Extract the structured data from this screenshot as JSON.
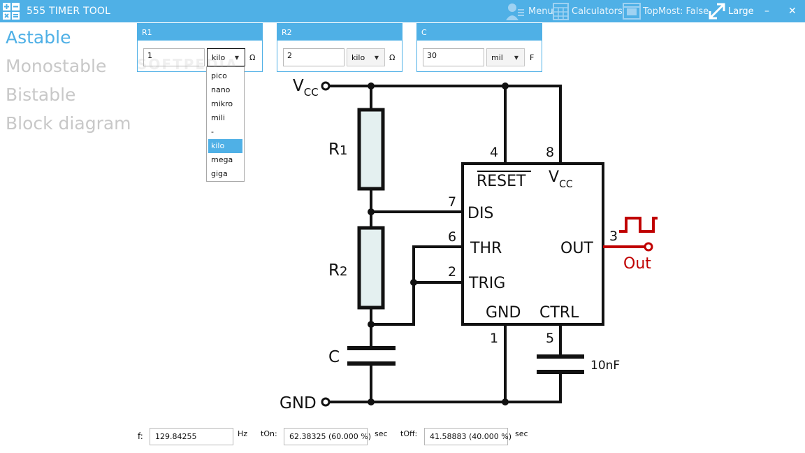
{
  "window": {
    "title": "555 TIMER TOOL",
    "buttons": {
      "menu": "Menu",
      "calculators": "Calculators",
      "topmost": "TopMost: False",
      "size": "Large",
      "minimize": "–",
      "close": "✕"
    }
  },
  "nav": {
    "items": [
      "Astable",
      "Monostable",
      "Bistable",
      "Block diagram"
    ],
    "active": "Astable"
  },
  "params": {
    "r1": {
      "title": "R1",
      "value": "1",
      "unit_prefix": "kilo",
      "unit": "Ω"
    },
    "r2": {
      "title": "R2",
      "value": "2",
      "unit_prefix": "kilo",
      "unit": "Ω"
    },
    "c": {
      "title": "C",
      "value": "30",
      "unit_prefix": "mil",
      "unit": "F"
    }
  },
  "dropdown": {
    "options": [
      "pico",
      "nano",
      "mikro",
      "mili",
      "-",
      "kilo",
      "mega",
      "giga"
    ],
    "selected": "kilo"
  },
  "watermark": "SOFTPEDIA",
  "schematic": {
    "vcc_main": "V",
    "vcc_sub": "CC",
    "gnd": "GND",
    "r1_main": "R",
    "r1_sub": "1",
    "r2_main": "R",
    "r2_sub": "2",
    "c_label": "C",
    "ctrl_cap": "10nF",
    "out_label": "Out",
    "pins": {
      "p4": "4",
      "p8": "8",
      "p7": "7",
      "p6": "6",
      "p2": "2",
      "p3": "3",
      "p1": "1",
      "p5": "5"
    },
    "chip": {
      "reset": "RESET",
      "vcc_main": "V",
      "vcc_sub": "CC",
      "dis": "DIS",
      "thr": "THR",
      "trig": "TRIG",
      "out": "OUT",
      "gnd": "GND",
      "ctrl": "CTRL"
    },
    "colors": {
      "wire": "#111111",
      "resistor_fill": "#e4f0f0",
      "output": "#c00000"
    }
  },
  "results": {
    "f_label": "f:",
    "f_value": "129.84255",
    "f_unit": "Hz",
    "ton_label": "tOn:",
    "ton_value": "62.38325 (60.000 %)",
    "ton_unit": "sec",
    "toff_label": "tOff:",
    "toff_value": "41.58883 (40.000 %)",
    "toff_unit": "sec"
  },
  "colors": {
    "accent": "#4fb0e6",
    "nav_inactive": "#c8c8c8"
  }
}
